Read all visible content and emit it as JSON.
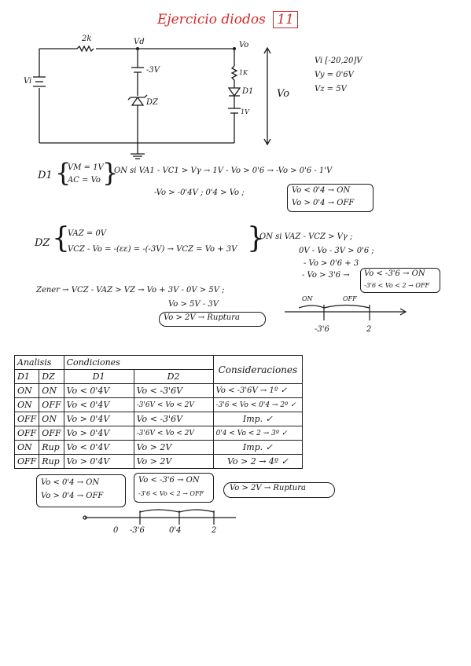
{
  "title": {
    "prefix": "Ejercicio diodos",
    "number": "11"
  },
  "circuit": {
    "r1": "2k",
    "node_vd": "Vd",
    "node_vo": "Vo",
    "source": "Vi",
    "zener_source": "-3V",
    "zener": "DZ",
    "r2": "1K",
    "diode": "D1",
    "d1_source": "1V",
    "output": "Vo"
  },
  "given": {
    "vi": "Vi [-20,20]V",
    "vy": "Vy = 0'6V",
    "vz": "Vz = 5V"
  },
  "d1_analysis": {
    "label": "D1",
    "vm": "VM = 1V",
    "ac": "AC = Vo",
    "cond": "ON si  VA1 - VC1 > Vγ → 1V - Vo > 0'6 → -Vo > 0'6 - 1'V",
    "result": "-Vo > -0'4V ; 0'4 > Vo ;",
    "box_on": "Vo < 0'4 → ON",
    "box_off": "Vo > 0'4 → OFF"
  },
  "dz_analysis": {
    "label": "DZ",
    "vaz": "VAZ = 0V",
    "vcz": "VCZ - Vo = -(εε) = -(-3V) → VCZ = Vo + 3V",
    "cond": "ON si  VAZ - VCZ > Vγ ;",
    "step1": "0V - Vo - 3V > 0'6 ;",
    "step2": "- Vo > 0'6 + 3",
    "step3": "- Vo > 3'6 →",
    "box_on": "Vo < -3'6 → ON",
    "box_off": "-3'6 < Vo < 2 → OFF"
  },
  "zener": {
    "line1": "Zener → VCZ - VAZ > VZ → Vo + 3V - 0V > 5V ;",
    "line2": "Vo > 5V - 3V",
    "box": "Vo > 2V → Ruptura"
  },
  "numberline_top": {
    "on": "ON",
    "off": "OFF",
    "tick1": "-3'6",
    "tick2": "2"
  },
  "table": {
    "header": [
      "Analisis",
      "Condiciones",
      "Consideraciones"
    ],
    "subheader": [
      "D1",
      "DZ",
      "D1",
      "D2"
    ],
    "rows": [
      [
        "ON",
        "ON",
        "Vo < 0'4V",
        "Vo < -3'6V",
        "Vo < -3'6V → 1º  ✓"
      ],
      [
        "ON",
        "OFF",
        "Vo < 0'4V",
        "-3'6V < Vo < 2V",
        "-3'6 < Vo < 0'4 → 2º ✓"
      ],
      [
        "OFF",
        "ON",
        "Vo > 0'4V",
        "Vo < -3'6V",
        "Imp.  ✓"
      ],
      [
        "OFF",
        "OFF",
        "Vo > 0'4V",
        "-3'6V < Vo < 2V",
        "0'4 < Vo < 2 → 3º ✓"
      ],
      [
        "ON",
        "Rup",
        "Vo < 0'4V",
        "Vo > 2V",
        "Imp.  ✓"
      ],
      [
        "OFF",
        "Rup",
        "Vo > 0'4V",
        "Vo > 2V",
        "Vo > 2 → 4º  ✓"
      ]
    ]
  },
  "summary": {
    "d1_on": "Vo < 0'4 → ON",
    "d1_off": "Vo > 0'4 → OFF",
    "dz_on": "Vo < -3'6 → ON",
    "dz_off": "-3'6 < Vo < 2 → OFF",
    "rup": "Vo > 2V → Ruptura"
  },
  "numberline_bottom": {
    "t0": "0",
    "t1": "-3'6",
    "t2": "0'4",
    "t3": "2"
  }
}
